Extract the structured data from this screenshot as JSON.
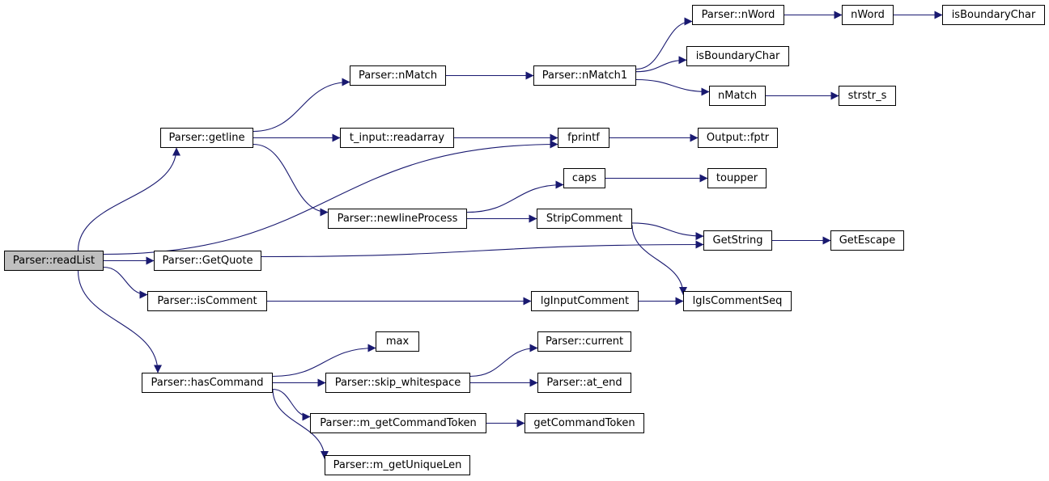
{
  "nodes": [
    {
      "id": "readList",
      "label": "Parser::readList",
      "current": true
    },
    {
      "id": "getline",
      "label": "Parser::getline"
    },
    {
      "id": "GetQuote",
      "label": "Parser::GetQuote"
    },
    {
      "id": "isComment",
      "label": "Parser::isComment"
    },
    {
      "id": "hasCommand",
      "label": "Parser::hasCommand"
    },
    {
      "id": "nMatch",
      "label": "Parser::nMatch"
    },
    {
      "id": "readarray",
      "label": "t_input::readarray"
    },
    {
      "id": "newlineProcess",
      "label": "Parser::newlineProcess"
    },
    {
      "id": "nMatch1",
      "label": "Parser::nMatch1"
    },
    {
      "id": "nWordP",
      "label": "Parser::nWord"
    },
    {
      "id": "nWord",
      "label": "nWord"
    },
    {
      "id": "isBoundaryChar1",
      "label": "isBoundaryChar"
    },
    {
      "id": "isBoundaryChar2",
      "label": "isBoundaryChar"
    },
    {
      "id": "nMatchF",
      "label": "nMatch"
    },
    {
      "id": "strstr_s",
      "label": "strstr_s"
    },
    {
      "id": "fprintf",
      "label": "fprintf"
    },
    {
      "id": "fptr",
      "label": "Output::fptr"
    },
    {
      "id": "caps",
      "label": "caps"
    },
    {
      "id": "toupper",
      "label": "toupper"
    },
    {
      "id": "StripComment",
      "label": "StripComment"
    },
    {
      "id": "GetString",
      "label": "GetString"
    },
    {
      "id": "GetEscape",
      "label": "GetEscape"
    },
    {
      "id": "lgInputComment",
      "label": "lgInputComment"
    },
    {
      "id": "lgIsCommentSeq",
      "label": "lgIsCommentSeq"
    },
    {
      "id": "max",
      "label": "max"
    },
    {
      "id": "skip_whitespace",
      "label": "Parser::skip_whitespace"
    },
    {
      "id": "current",
      "label": "Parser::current"
    },
    {
      "id": "at_end",
      "label": "Parser::at_end"
    },
    {
      "id": "m_getCommandToken",
      "label": "Parser::m_getCommandToken"
    },
    {
      "id": "getCommandToken",
      "label": "getCommandToken"
    },
    {
      "id": "m_getUniqueLen",
      "label": "Parser::m_getUniqueLen"
    }
  ],
  "edges": [
    [
      "readList",
      "getline"
    ],
    [
      "readList",
      "fprintf"
    ],
    [
      "readList",
      "GetQuote"
    ],
    [
      "readList",
      "isComment"
    ],
    [
      "readList",
      "hasCommand"
    ],
    [
      "getline",
      "nMatch"
    ],
    [
      "getline",
      "readarray"
    ],
    [
      "getline",
      "newlineProcess"
    ],
    [
      "nMatch",
      "nMatch1"
    ],
    [
      "nMatch1",
      "nWordP"
    ],
    [
      "nMatch1",
      "isBoundaryChar2"
    ],
    [
      "nMatch1",
      "nMatchF"
    ],
    [
      "nWordP",
      "nWord"
    ],
    [
      "nWord",
      "isBoundaryChar1"
    ],
    [
      "nMatchF",
      "strstr_s"
    ],
    [
      "readarray",
      "fprintf"
    ],
    [
      "fprintf",
      "fptr"
    ],
    [
      "newlineProcess",
      "caps"
    ],
    [
      "newlineProcess",
      "StripComment"
    ],
    [
      "caps",
      "toupper"
    ],
    [
      "StripComment",
      "GetString"
    ],
    [
      "StripComment",
      "lgIsCommentSeq"
    ],
    [
      "GetQuote",
      "GetString"
    ],
    [
      "GetString",
      "GetEscape"
    ],
    [
      "isComment",
      "lgInputComment"
    ],
    [
      "lgInputComment",
      "lgIsCommentSeq"
    ],
    [
      "hasCommand",
      "max"
    ],
    [
      "hasCommand",
      "skip_whitespace"
    ],
    [
      "hasCommand",
      "m_getCommandToken"
    ],
    [
      "hasCommand",
      "m_getUniqueLen"
    ],
    [
      "skip_whitespace",
      "current"
    ],
    [
      "skip_whitespace",
      "at_end"
    ],
    [
      "m_getCommandToken",
      "getCommandToken"
    ]
  ],
  "colors": {
    "edge": "#191970",
    "root_fill": "#bfbfbf",
    "node_fill": "#ffffff",
    "border": "#000000"
  }
}
